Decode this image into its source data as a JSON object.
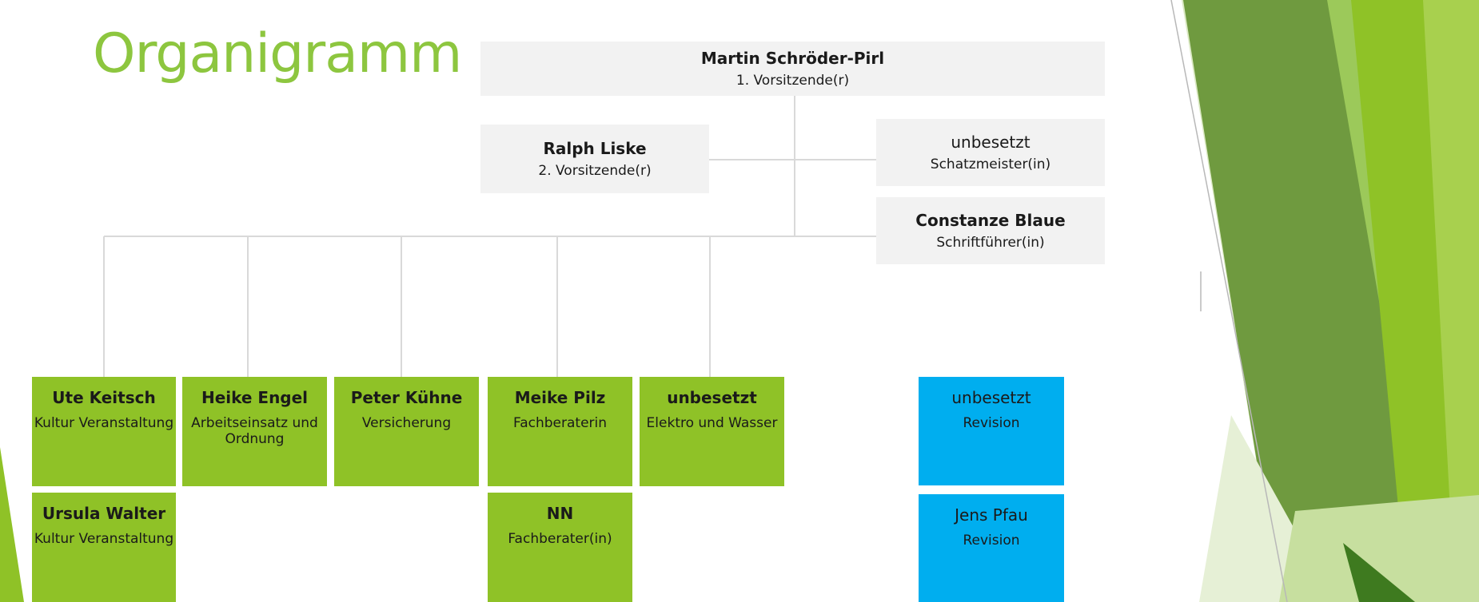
{
  "title": "Organigramm",
  "colors": {
    "accent_green": "#8dc63f",
    "box_green": "#8fc227",
    "box_blue": "#00aeef",
    "box_gray": "#f2f2f2"
  },
  "board": {
    "chair": {
      "name": "Martin Schröder-Pirl",
      "role": "1. Vorsitzende(r)"
    },
    "vice": {
      "name": "Ralph Liske",
      "role": "2. Vorsitzende(r)"
    },
    "treasurer": {
      "name": "unbesetzt",
      "role": "Schatzmeister(in)"
    },
    "secretary": {
      "name": "Constanze Blaue",
      "role": "Schriftführer(in)"
    }
  },
  "teams": [
    {
      "name": "Ute Keitsch",
      "role": "Kultur Veranstaltung"
    },
    {
      "name": "Heike Engel",
      "role": "Arbeitseinsatz und Ordnung"
    },
    {
      "name": "Peter Kühne",
      "role": "Versicherung"
    },
    {
      "name": "Meike Pilz",
      "role": "Fachberaterin"
    },
    {
      "name": "unbesetzt",
      "role": "Elektro und Wasser"
    }
  ],
  "deputies": [
    {
      "name": "Ursula Walter",
      "role": "Kultur Veranstaltung"
    },
    {
      "name": "NN",
      "role": "Fachberater(in)"
    }
  ],
  "revision": [
    {
      "name": "unbesetzt",
      "role": "Revision"
    },
    {
      "name": "Jens Pfau",
      "role": "Revision"
    }
  ]
}
